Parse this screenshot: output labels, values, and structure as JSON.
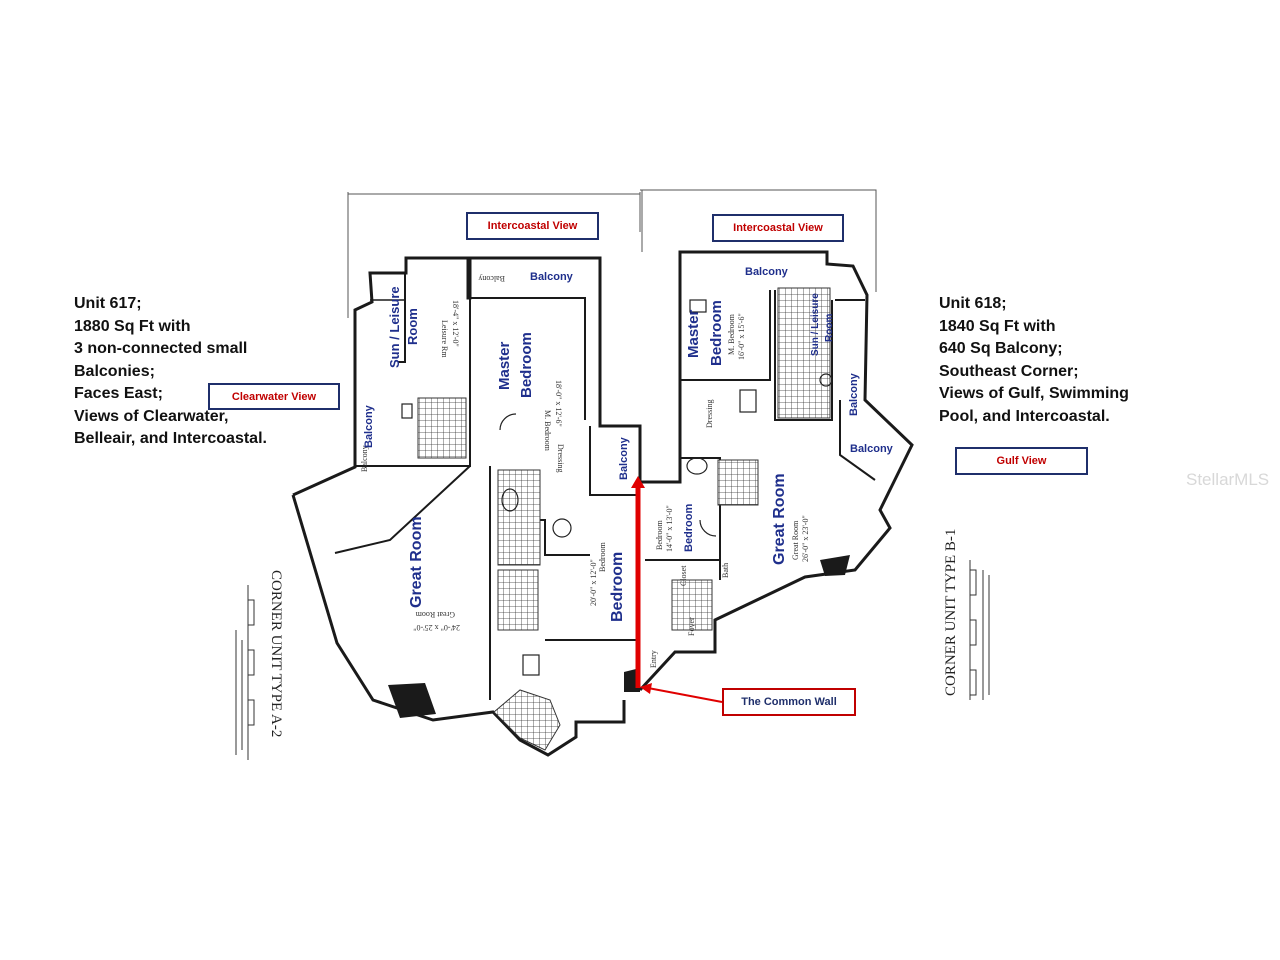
{
  "unit_617": {
    "lines": [
      "Unit 617;",
      "1880 Sq Ft with",
      "3 non-connected small",
      "Balconies;",
      "Faces East;",
      "Views of Clearwater,",
      "Belleair, and Intercoastal."
    ]
  },
  "unit_618": {
    "lines": [
      "Unit 618;",
      "1840 Sq Ft with",
      "640 Sq Balcony;",
      "Southeast Corner;",
      "Views of Gulf, Swimming",
      "Pool, and Intercoastal."
    ]
  },
  "view_labels": {
    "intercoastal_left": "Intercoastal View",
    "intercoastal_right": "Intercoastal View",
    "clearwater": "Clearwater View",
    "gulf": "Gulf View",
    "common_wall": "The Common Wall"
  },
  "rooms_617": {
    "balcony_top": "Balcony",
    "sun_leisure_1": "Sun / Leisure",
    "sun_leisure_2": "Room",
    "master_1": "Master",
    "master_2": "Bedroom",
    "balcony_left": "Balcony",
    "great_room": "Great Room",
    "bedroom": "Bedroom",
    "balcony_small": "Balcony"
  },
  "rooms_618": {
    "balcony_top": "Balcony",
    "master_1": "Master",
    "master_2": "Bedroom",
    "sun_leisure_1": "Sun / Leisure",
    "sun_leisure_2": "Room",
    "balcony_right": "Balcony",
    "balcony_east": "Balcony",
    "bedroom": "Bedroom",
    "great_room": "Great Room"
  },
  "plan_print": {
    "great_room_617": "24'-0\" x 25'-0\"",
    "great_room_617_name": "Great Room",
    "master_617": "18'-0\" x 12'-6\"",
    "master_617_name": "M. Bedroom",
    "sun_617": "18'-4\" x 12'-0\"",
    "sun_617_name": "Leisure Rm",
    "bedroom_617": "20'-0\" x 12'-0\"",
    "bedroom_617_name": "Bedroom",
    "balcony_617_a": "Balcony",
    "balcony_617_b": "Balcony",
    "dressing_617": "Dressing",
    "master_618": "16'-0\" x 15'-6\"",
    "master_618_name": "M. Bedroom",
    "bedroom_618": "14'-0\" x 13'-0\"",
    "bedroom_618_name": "Bedroom",
    "great_618": "26'-0\" x 23'-0\"",
    "great_618_name": "Great Room",
    "dressing_618": "Dressing",
    "bath_618": "Bath",
    "foyer_618": "Foyer",
    "closet_618": "Closet",
    "entry_618": "Entry",
    "unit_type_617": "CORNER UNIT TYPE A-2",
    "unit_type_618": "CORNER UNIT TYPE B-1"
  },
  "watermark": "StellarMLS",
  "colors": {
    "wall": "#1a1a1a",
    "room_label": "#1f2f8c",
    "view_border": "#1f2f6b",
    "view_text": "#c00000",
    "common_wall": "#e00000"
  }
}
